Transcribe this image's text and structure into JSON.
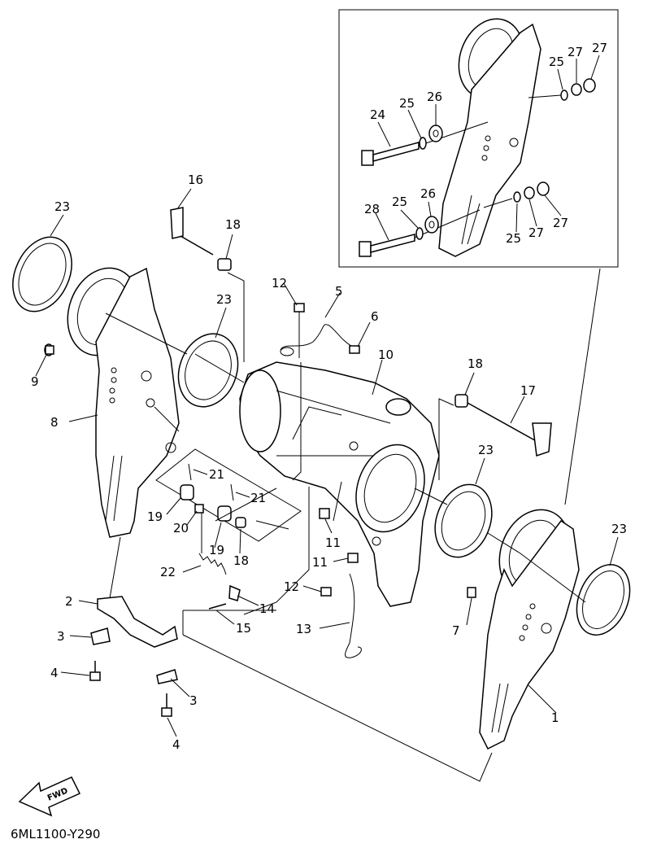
{
  "drawing_code": "6ML1100-Y290",
  "fwd_label": "FWD",
  "callouts": {
    "c1": "1",
    "c2": "2",
    "c3a": "3",
    "c3b": "3",
    "c4a": "4",
    "c4b": "4",
    "c5": "5",
    "c6": "6",
    "c7": "7",
    "c8": "8",
    "c9": "9",
    "c10": "10",
    "c11a": "11",
    "c11b": "11",
    "c12a": "12",
    "c12b": "12",
    "c13": "13",
    "c14": "14",
    "c15": "15",
    "c16": "16",
    "c17": "17",
    "c18a": "18",
    "c18b": "18",
    "c18c": "18",
    "c19a": "19",
    "c19b": "19",
    "c20": "20",
    "c21a": "21",
    "c21b": "21",
    "c22": "22",
    "c23a": "23",
    "c23b": "23",
    "c23c": "23",
    "c23d": "23",
    "c24": "24",
    "c25a": "25",
    "c25b": "25",
    "c25c": "25",
    "c25d": "25",
    "c26a": "26",
    "c26b": "26",
    "c27a": "27",
    "c27b": "27",
    "c27c": "27",
    "c27d": "27",
    "c28": "28"
  }
}
